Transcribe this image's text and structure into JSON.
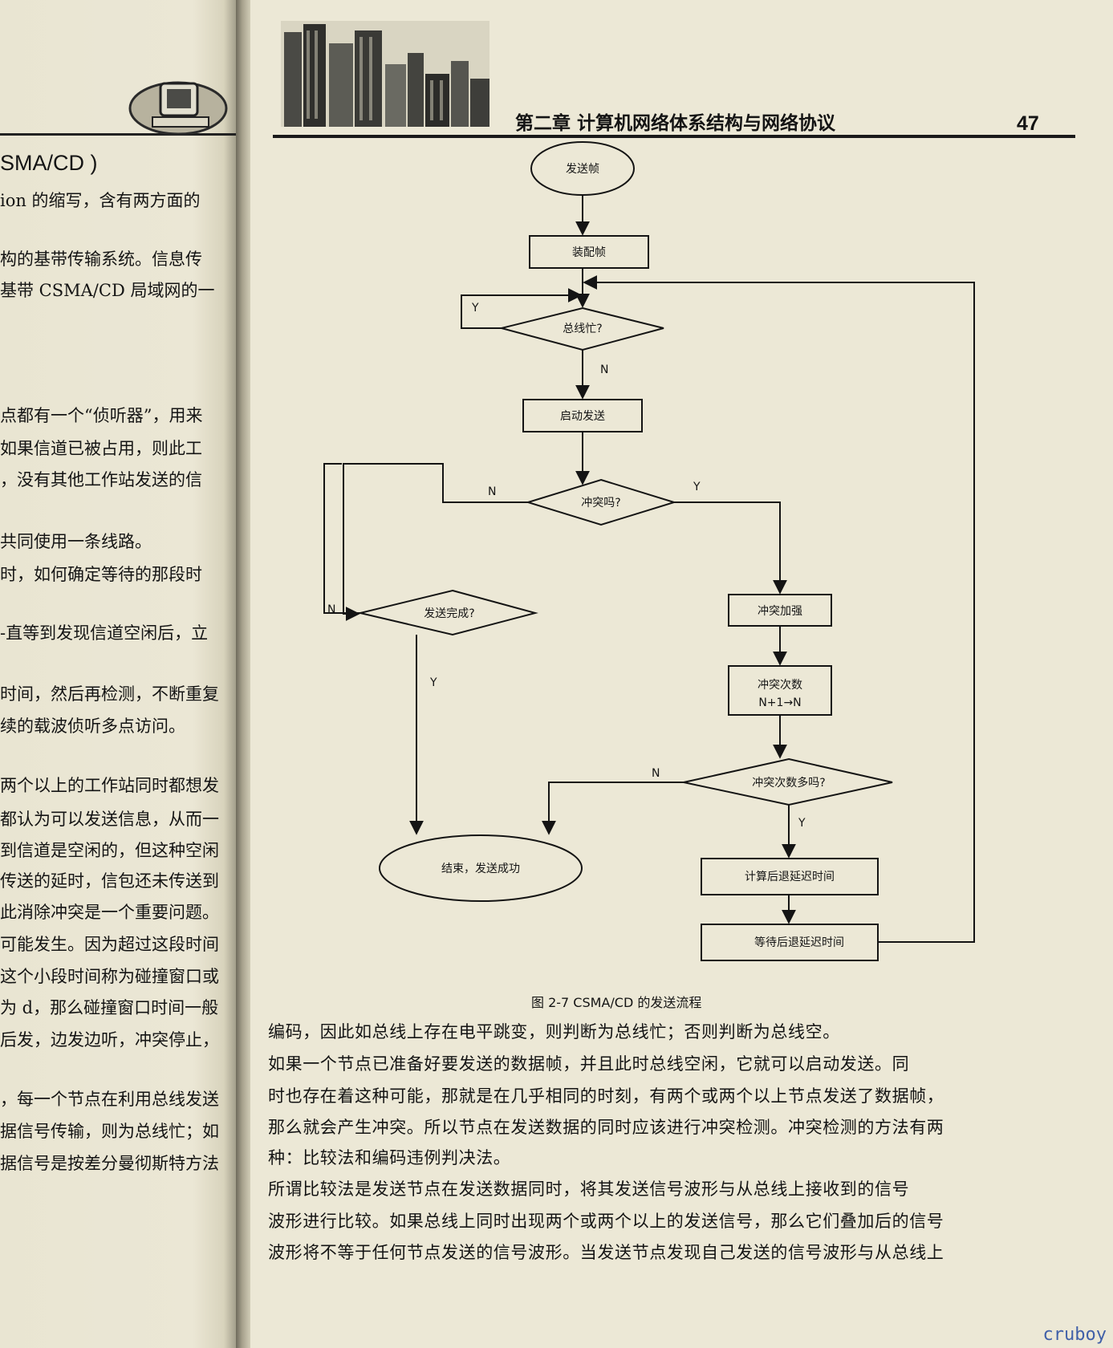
{
  "left_page": {
    "heading": "SMA/CD )",
    "lines": [
      "ion 的缩写，含有两方面的",
      "构的基带传输系统。信息传",
      "基带 CSMA/CD 局域网的一",
      "点都有一个“侦听器”，用来",
      "如果信道已被占用，则此工",
      "，没有其他工作站发送的信",
      "共同使用一条线路。",
      "时，如何确定等待的那段时",
      "-直等到发现信道空闲后，立",
      "时间，然后再检测，不断重复",
      "续的载波侦听多点访问。",
      "两个以上的工作站同时都想发",
      "都认为可以发送信息，从而一",
      "到信道是空闲的，但这种空闲",
      "传送的延时，信包还未传送到",
      "此消除冲突是一个重要问题。",
      "可能发生。因为超过这段时间",
      "这个小段时间称为碰撞窗口或",
      "为 d，那么碰撞窗口时间一般",
      "后发，边发边听，冲突停止，",
      "，每一个节点在利用总线发送",
      "据信号传输，则为总线忙；如",
      "据信号是按差分曼彻斯特方法"
    ]
  },
  "header": {
    "chapter_title": "第二章   计算机网络体系结构与网络协议",
    "page_number": "47"
  },
  "flowchart": {
    "nodes": {
      "start": "发送帧",
      "assemble": "装配帧",
      "bus_busy": "总线忙?",
      "start_send": "启动发送",
      "collision": "冲突吗?",
      "send_done": "发送完成?",
      "jam": "冲突加强",
      "count_line1": "冲突次数",
      "count_line2": "N+1→N",
      "too_many": "冲突次数多吗?",
      "end": "结束，发送成功",
      "compute_backoff": "计算后退延迟时间",
      "wait_backoff": "等待后退延迟时间"
    },
    "labels": {
      "yes": "Y",
      "no": "N"
    }
  },
  "figure_caption": "图 2-7   CSMA/CD 的发送流程",
  "body_text": [
    "编码，因此如总线上存在电平跳变，则判断为总线忙；否则判断为总线空。",
    "    如果一个节点已准备好要发送的数据帧，并且此时总线空闲，它就可以启动发送。同",
    "时也存在着这种可能，那就是在几乎相同的时刻，有两个或两个以上节点发送了数据帧，",
    "那么就会产生冲突。所以节点在发送数据的同时应该进行冲突检测。冲突检测的方法有两",
    "种：比较法和编码违例判决法。",
    "    所谓比较法是发送节点在发送数据同时，将其发送信号波形与从总线上接收到的信号",
    "波形进行比较。如果总线上同时出现两个或两个以上的发送信号，那么它们叠加后的信号",
    "波形将不等于任何节点发送的信号波形。当发送节点发现自己发送的信号波形与从总线上"
  ],
  "watermark": "cruboy"
}
